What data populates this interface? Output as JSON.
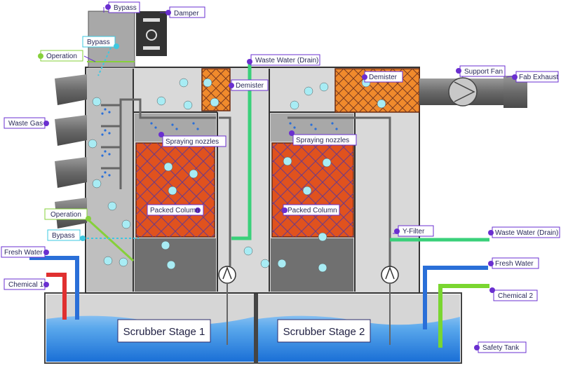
{
  "labels": {
    "bypass_top": "Bypass",
    "damper": "Damper",
    "bypass_inner_top": "Bypass",
    "operation_top": "Operation",
    "waste_water_drain_top": "Waste Water (Drain)",
    "support_fan": "Support Fan",
    "fab_exhaust": "Fab Exhaust",
    "demister_1": "Demister",
    "demister_2": "Demister",
    "waste_gas": "Waste Gas",
    "spraying_nozzles_1": "Spraying nozzles",
    "spraying_nozzles_2": "Spraying nozzles",
    "packed_column_1": "Packed Column",
    "packed_column_2": "Packed Column",
    "operation_bottom": "Operation",
    "bypass_bottom": "Bypass",
    "y_filter": "Y-Filter",
    "waste_water_drain_right": "Waste Water (Drain)",
    "fresh_water_left": "Fresh Water",
    "chemical_1": "Chemical 1",
    "fresh_water_right": "Fresh Water",
    "chemical_2": "Chemical 2",
    "safety_tank": "Safety Tank",
    "scrubber_stage_1": "Scrubber Stage 1",
    "scrubber_stage_2": "Scrubber Stage 2"
  },
  "colors": {
    "housing": "#d9d9d9",
    "inlet_chamber": "#bfbfbf",
    "packed_column": "#e0521e",
    "demister": "#f08a2c",
    "dark_chamber": "#707070",
    "water": "#3a8fe0",
    "fresh_water_pipe": "#2a6fd8",
    "chemical_1_pipe": "#e03030",
    "chemical_2_pipe": "#7ad630",
    "drain_pipe": "#3ad07a",
    "label_dot": "#6a2fd0",
    "operation_line": "#86d03a",
    "bypass_line": "#3ec8e0"
  }
}
